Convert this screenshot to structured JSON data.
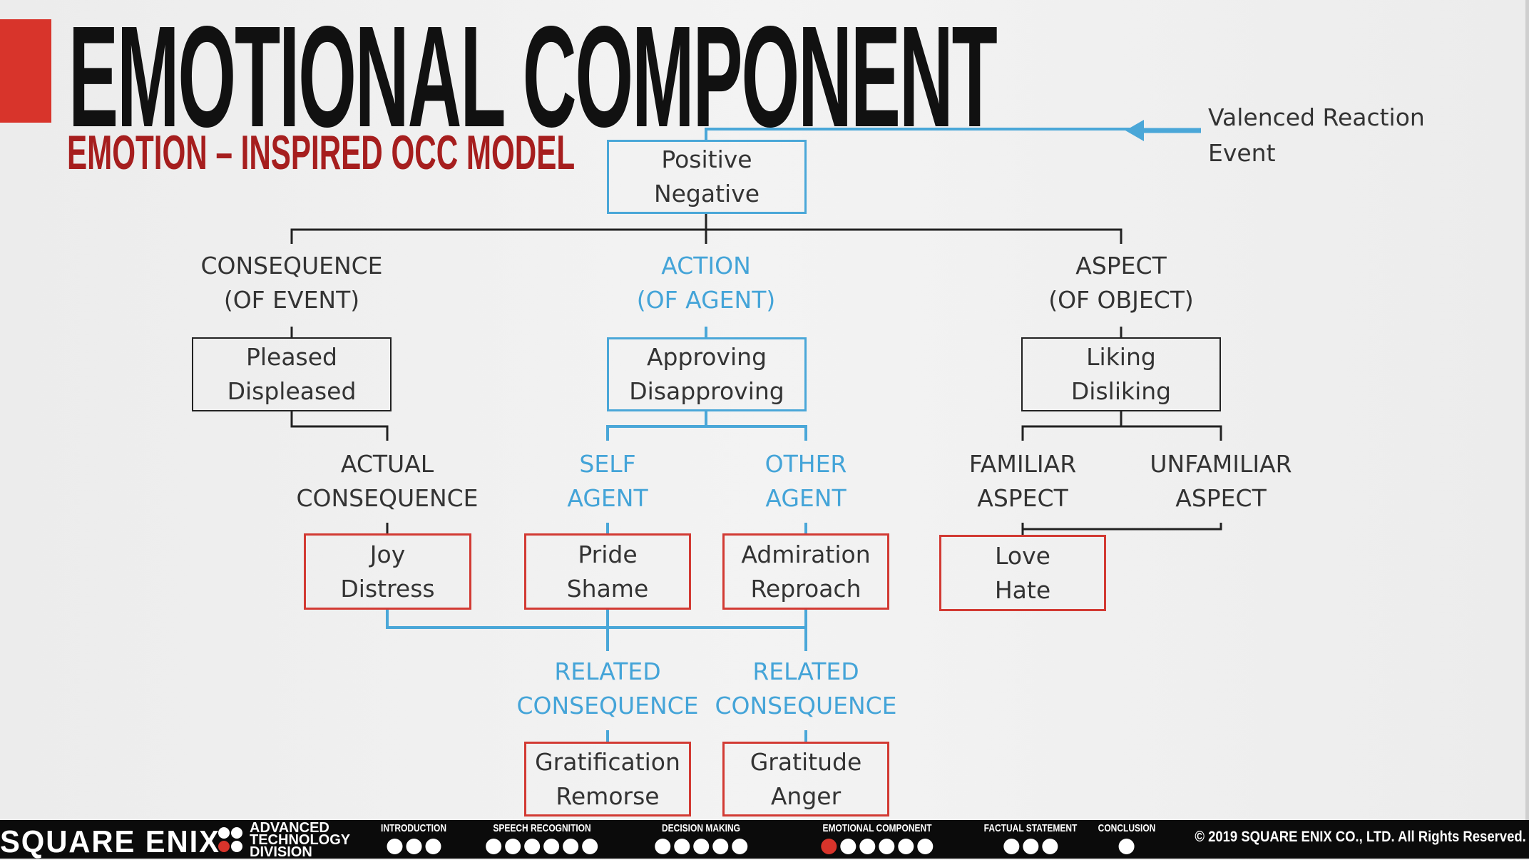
{
  "slide": {
    "title": "EMOTIONAL COMPONENT",
    "subtitle": "EMOTION – INSPIRED OCC MODEL",
    "accent_color": "#d8342b",
    "diagram_line_blue": "#4aa7d8",
    "emotion_box_red": "#d23a33"
  },
  "diagram": {
    "valenced": [
      "Valenced Reaction",
      "Event"
    ],
    "root": [
      "Positive",
      "Negative"
    ],
    "branches": {
      "consequence": [
        "CONSEQUENCE",
        "(OF EVENT)"
      ],
      "action": [
        "ACTION",
        "(OF AGENT)"
      ],
      "aspect": [
        "ASPECT",
        "(OF OBJECT)"
      ]
    },
    "reactions": {
      "pleased": [
        "Pleased",
        "Displeased"
      ],
      "approving": [
        "Approving",
        "Disapproving"
      ],
      "liking": [
        "Liking",
        "Disliking"
      ]
    },
    "subbranches": {
      "actual_consequence": [
        "ACTUAL",
        "CONSEQUENCE"
      ],
      "self_agent": [
        "SELF",
        "AGENT"
      ],
      "other_agent": [
        "OTHER",
        "AGENT"
      ],
      "familiar_aspect": [
        "FAMILIAR",
        "ASPECT"
      ],
      "unfamiliar_aspect": [
        "UNFAMILIAR",
        "ASPECT"
      ]
    },
    "emotions": {
      "joy": [
        "Joy",
        "Distress"
      ],
      "pride": [
        "Pride",
        "Shame"
      ],
      "admiration": [
        "Admiration",
        "Reproach"
      ],
      "love": [
        "Love",
        "Hate"
      ]
    },
    "related": {
      "left": [
        "RELATED",
        "CONSEQUENCE"
      ],
      "right": [
        "RELATED",
        "CONSEQUENCE"
      ]
    },
    "compound": {
      "gratification": [
        "Gratification",
        "Remorse"
      ],
      "gratitude": [
        "Gratitude",
        "Anger"
      ]
    }
  },
  "footer": {
    "brand": "SQUARE ENIX",
    "division": [
      "ADVANCED",
      "TECHNOLOGY",
      "DIVISION"
    ],
    "nav": [
      {
        "label": "INTRODUCTION"
      },
      {
        "label": "SPEECH RECOGNITION"
      },
      {
        "label": "DECISION MAKING"
      },
      {
        "label": "EMOTIONAL COMPONENT"
      },
      {
        "label": "FACTUAL STATEMENT"
      },
      {
        "label": "CONCLUSION"
      }
    ],
    "copyright": "© 2019 SQUARE ENIX CO., LTD. All Rights Reserved."
  }
}
